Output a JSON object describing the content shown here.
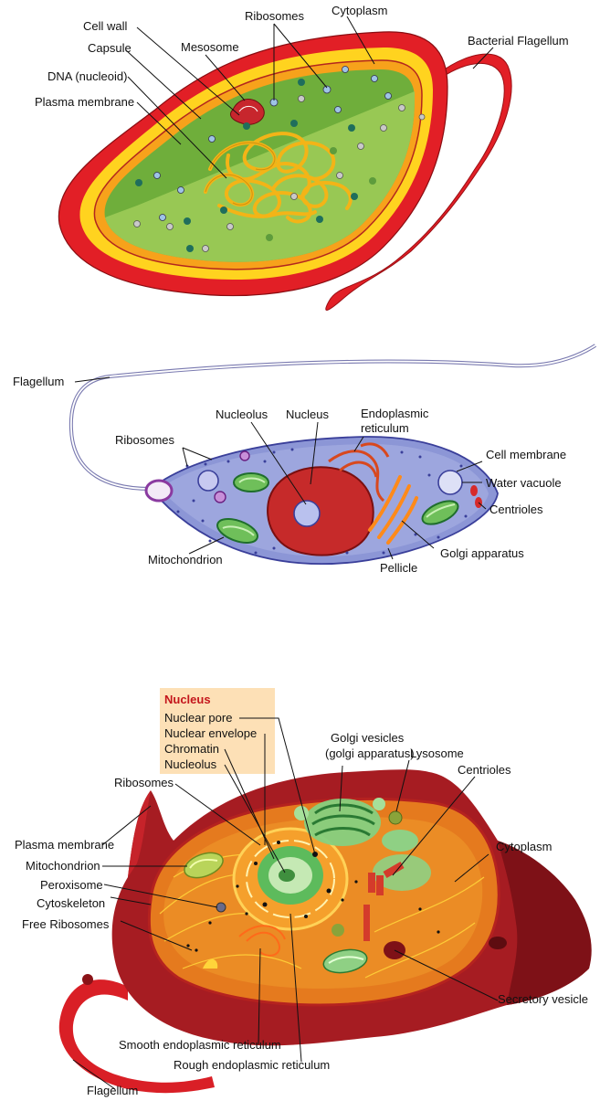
{
  "diagram_1": {
    "labels": {
      "cell_wall": "Cell wall",
      "capsule": "Capsule",
      "dna": "DNA (nucleoid)",
      "plasma_membrane": "Plasma membrane",
      "mesosome": "Mesosome",
      "ribosomes": "Ribosomes",
      "cytoplasm": "Cytoplasm",
      "flagellum": "Bacterial Flagellum"
    }
  },
  "diagram_2": {
    "labels": {
      "flagellum": "Flagellum",
      "ribosomes": "Ribosomes",
      "nucleolus": "Nucleolus",
      "nucleus": "Nucleus",
      "er_line1": "Endoplasmic",
      "er_line2": "reticulum",
      "cell_membrane": "Cell membrane",
      "water_vacuole": "Water vacuole",
      "centrioles": "Centrioles",
      "mitochondrion": "Mitochondrion",
      "golgi": "Golgi apparatus",
      "pellicle": "Pellicle"
    }
  },
  "diagram_3": {
    "nucleus_box": {
      "title": "Nucleus",
      "items": [
        "Nuclear pore",
        "Nuclear envelope",
        "Chromatin",
        "Nucleolus"
      ]
    },
    "labels": {
      "golgi_vesicles_1": "Golgi vesicles",
      "golgi_vesicles_2": "(golgi apparatus)",
      "lysosome": "Lysosome",
      "centrioles": "Centrioles",
      "ribosomes": "Ribosomes",
      "plasma_membrane": "Plasma membrane",
      "mitochondrion": "Mitochondrion",
      "cytoplasm": "Cytoplasm",
      "peroxisome": "Peroxisome",
      "cytoskeleton": "Cytoskeleton",
      "free_ribosomes": "Free Ribosomes",
      "secretory_vesicle": "Secretory vesicle",
      "smooth_er": "Smooth endoplasmic reticulum",
      "rough_er": "Rough endoplasmic reticulum",
      "flagellum": "Flagellum"
    }
  }
}
